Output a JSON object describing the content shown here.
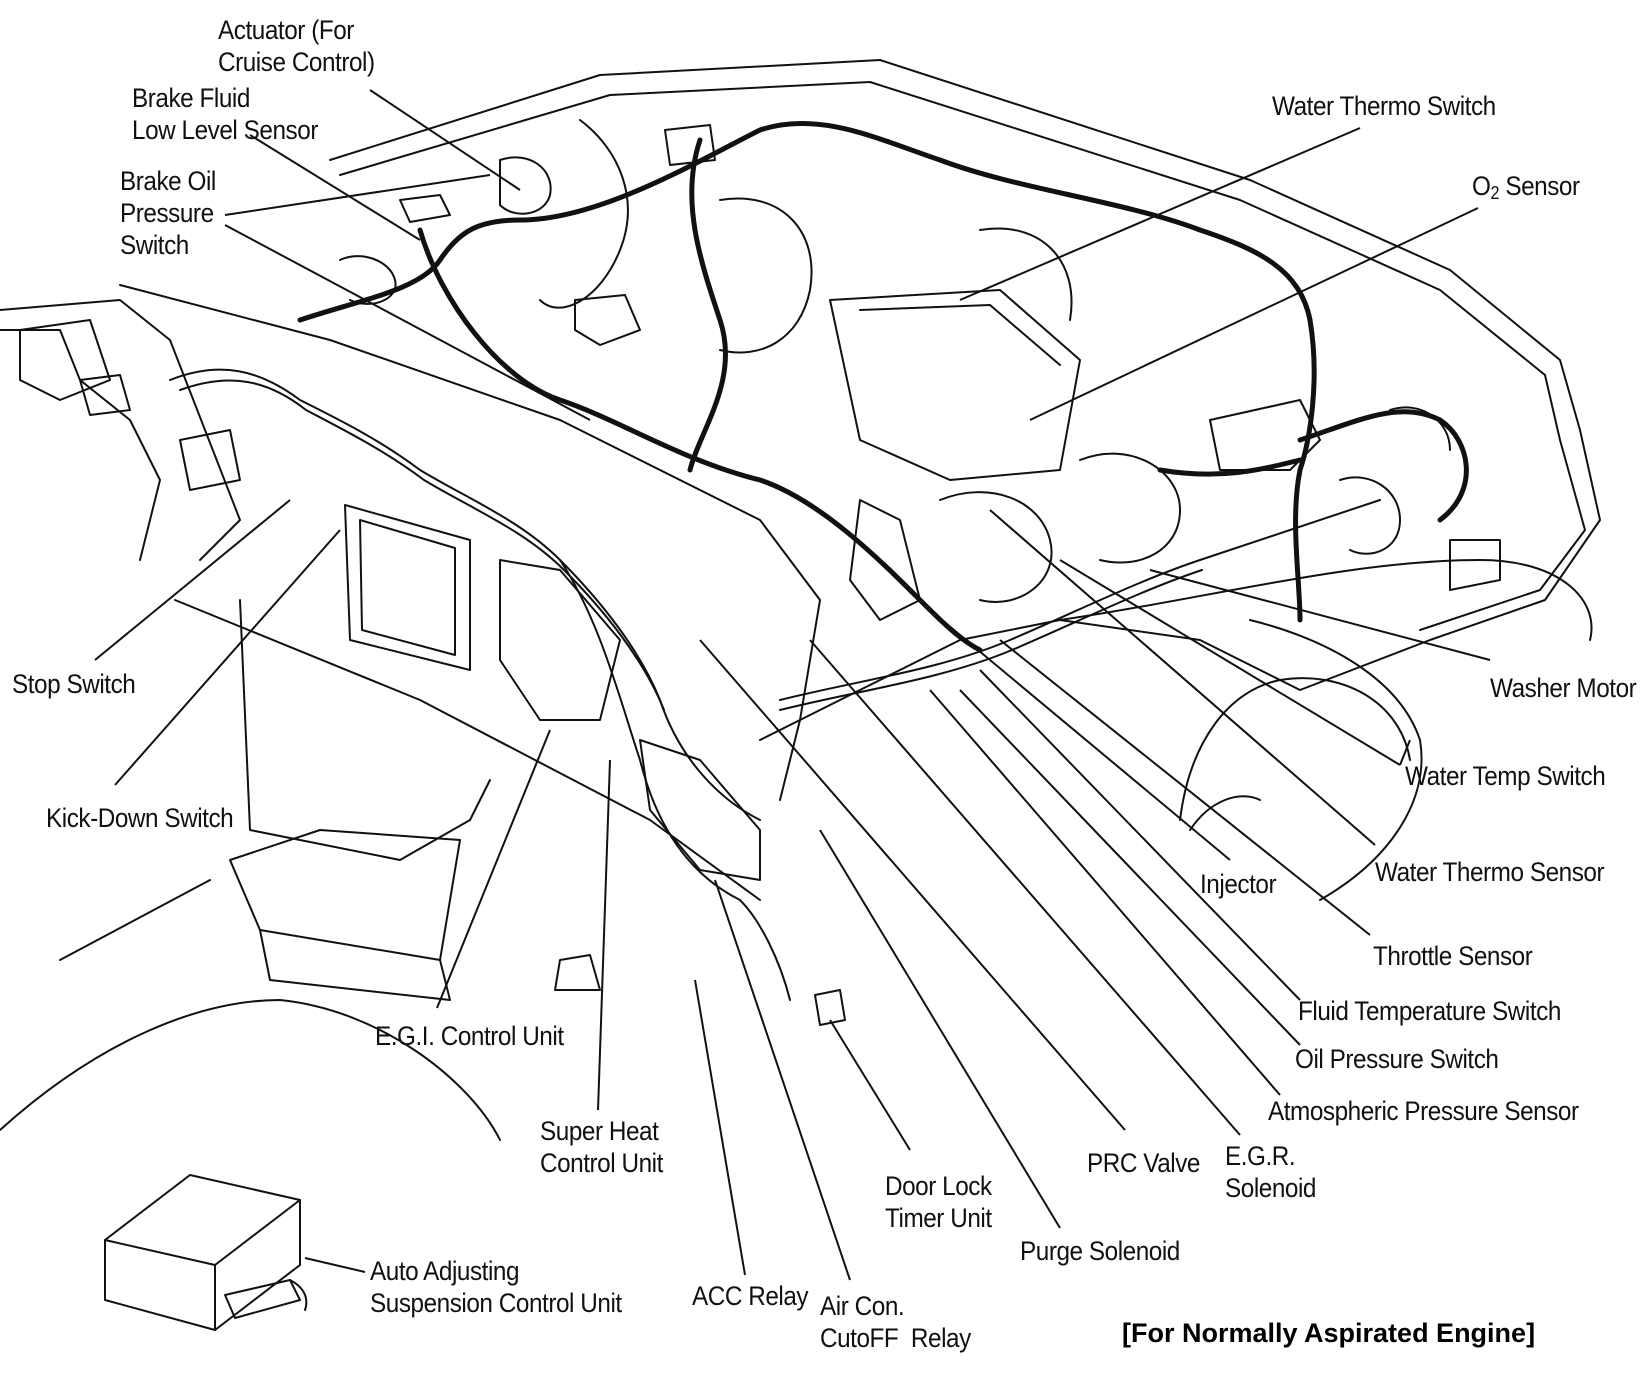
{
  "labels": {
    "actuator": "Actuator (For\nCruise Control)",
    "brake_fluid": "Brake Fluid\nLow Level Sensor",
    "brake_oil": "Brake Oil\nPressure\nSwitch",
    "water_thermo_switch": "Water Thermo Switch",
    "o2_main": "O",
    "o2_sub": "2",
    "o2_rest": " Sensor",
    "stop_switch": "Stop Switch",
    "kickdown_switch": "Kick-Down Switch",
    "washer_motor": "Washer Motor",
    "water_temp_switch": "Water Temp Switch",
    "water_thermo_sensor": "Water Thermo Sensor",
    "injector": "Injector",
    "throttle_sensor": "Throttle Sensor",
    "fluid_temp_switch": "Fluid Temperature Switch",
    "oil_pressure_switch": "Oil Pressure Switch",
    "atmospheric_sensor": "Atmospheric Pressure Sensor",
    "egi_control_unit": "E.G.I. Control Unit",
    "super_heat": "Super Heat\nControl Unit",
    "prc_valve": "PRC Valve",
    "egr_solenoid": "E.G.R.\nSolenoid",
    "door_lock": "Door Lock\nTimer Unit",
    "purge_solenoid": "Purge Solenoid",
    "auto_adjusting": "Auto Adjusting\nSuspension Control Unit",
    "acc_relay": "ACC Relay",
    "aircon_relay": "Air Con.\nCutoFF  Relay"
  },
  "footnote": "[For Normally Aspirated Engine]"
}
